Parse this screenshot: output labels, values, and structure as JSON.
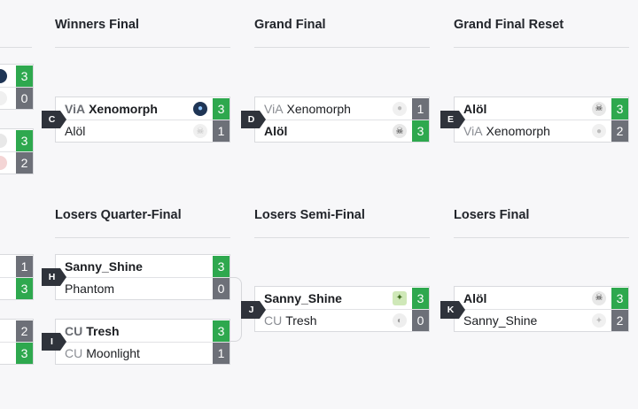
{
  "rounds": {
    "winners_final": "Winners Final",
    "grand_final": "Grand Final",
    "grand_final_reset": "Grand Final Reset",
    "losers_qf": "Losers Quarter-Final",
    "losers_sf": "Losers Semi-Final",
    "losers_final": "Losers Final"
  },
  "left_partial": {
    "upper": [
      "3",
      "0",
      "3",
      "2"
    ],
    "lower": [
      "1",
      "3",
      "2",
      "3"
    ]
  },
  "matches": {
    "C": {
      "label": "C",
      "p1": {
        "tag": "ViA",
        "name": "Xenomorph",
        "score": "3",
        "icon": "xenomorph-avatar"
      },
      "p2": {
        "tag": "",
        "name": "Alöl",
        "score": "1",
        "icon": "alol-avatar"
      }
    },
    "D": {
      "label": "D",
      "p1": {
        "tag": "ViA",
        "name": "Xenomorph",
        "score": "1",
        "icon": "xenomorph-avatar"
      },
      "p2": {
        "tag": "",
        "name": "Alöl",
        "score": "3",
        "icon": "skull-avatar"
      }
    },
    "E": {
      "label": "E",
      "p1": {
        "tag": "",
        "name": "Alöl",
        "score": "3",
        "icon": "skull-avatar"
      },
      "p2": {
        "tag": "ViA",
        "name": "Xenomorph",
        "score": "2",
        "icon": "xenomorph-avatar"
      }
    },
    "H": {
      "label": "H",
      "p1": {
        "tag": "",
        "name": "Sanny_Shine",
        "score": "3"
      },
      "p2": {
        "tag": "",
        "name": "Phantom",
        "score": "0"
      }
    },
    "I": {
      "label": "I",
      "p1": {
        "tag": "CU",
        "name": "Tresh",
        "score": "3"
      },
      "p2": {
        "tag": "CU",
        "name": "Moonlight",
        "score": "1"
      }
    },
    "J": {
      "label": "J",
      "p1": {
        "tag": "",
        "name": "Sanny_Shine",
        "score": "3",
        "icon": "green-avatar"
      },
      "p2": {
        "tag": "CU",
        "name": "Tresh",
        "score": "0",
        "icon": "mask-avatar"
      }
    },
    "K": {
      "label": "K",
      "p1": {
        "tag": "",
        "name": "Alöl",
        "score": "3",
        "icon": "skull-avatar"
      },
      "p2": {
        "tag": "",
        "name": "Sanny_Shine",
        "score": "2",
        "icon": "green-avatar"
      }
    }
  },
  "colors": {
    "win": "#2ea84e",
    "loss": "#6d7078",
    "label_bg": "#2f333b"
  }
}
